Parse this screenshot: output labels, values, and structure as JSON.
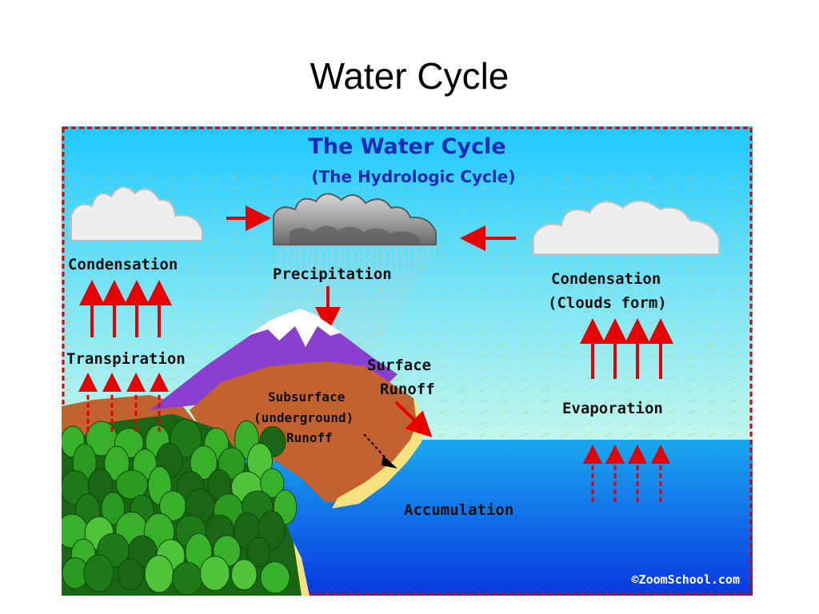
{
  "slide": {
    "title": "Water Cycle"
  },
  "diagram": {
    "heading": "The Water Cycle",
    "subheading": "(The Hydrologic Cycle)",
    "labels": {
      "condensation_left": "Condensation",
      "transpiration": "Transpiration",
      "precipitation": "Precipitation",
      "condensation_right": "Condensation",
      "clouds_form": "(Clouds form)",
      "evaporation": "Evaporation",
      "surface": "Surface",
      "runoff": "Runoff",
      "subsurface": "Subsurface",
      "underground": "(underground)",
      "subsurface_runoff": "Runoff",
      "accumulation": "Accumulation"
    },
    "credit": "©ZoomSchool.com",
    "colors": {
      "sky_top": "#1ec8ff",
      "sky_bottom": "#b8f5ee",
      "ocean_top": "#19a8ee",
      "ocean_bottom": "#0a3ee0",
      "mountain": "#8a3fd0",
      "snow": "#ffffff",
      "earth": "#c2622e",
      "sand": "#f3e27e",
      "forest": "#2a9a20",
      "arrow": "#e80000",
      "heading": "#1a2ab8",
      "border": "#e00000"
    }
  }
}
